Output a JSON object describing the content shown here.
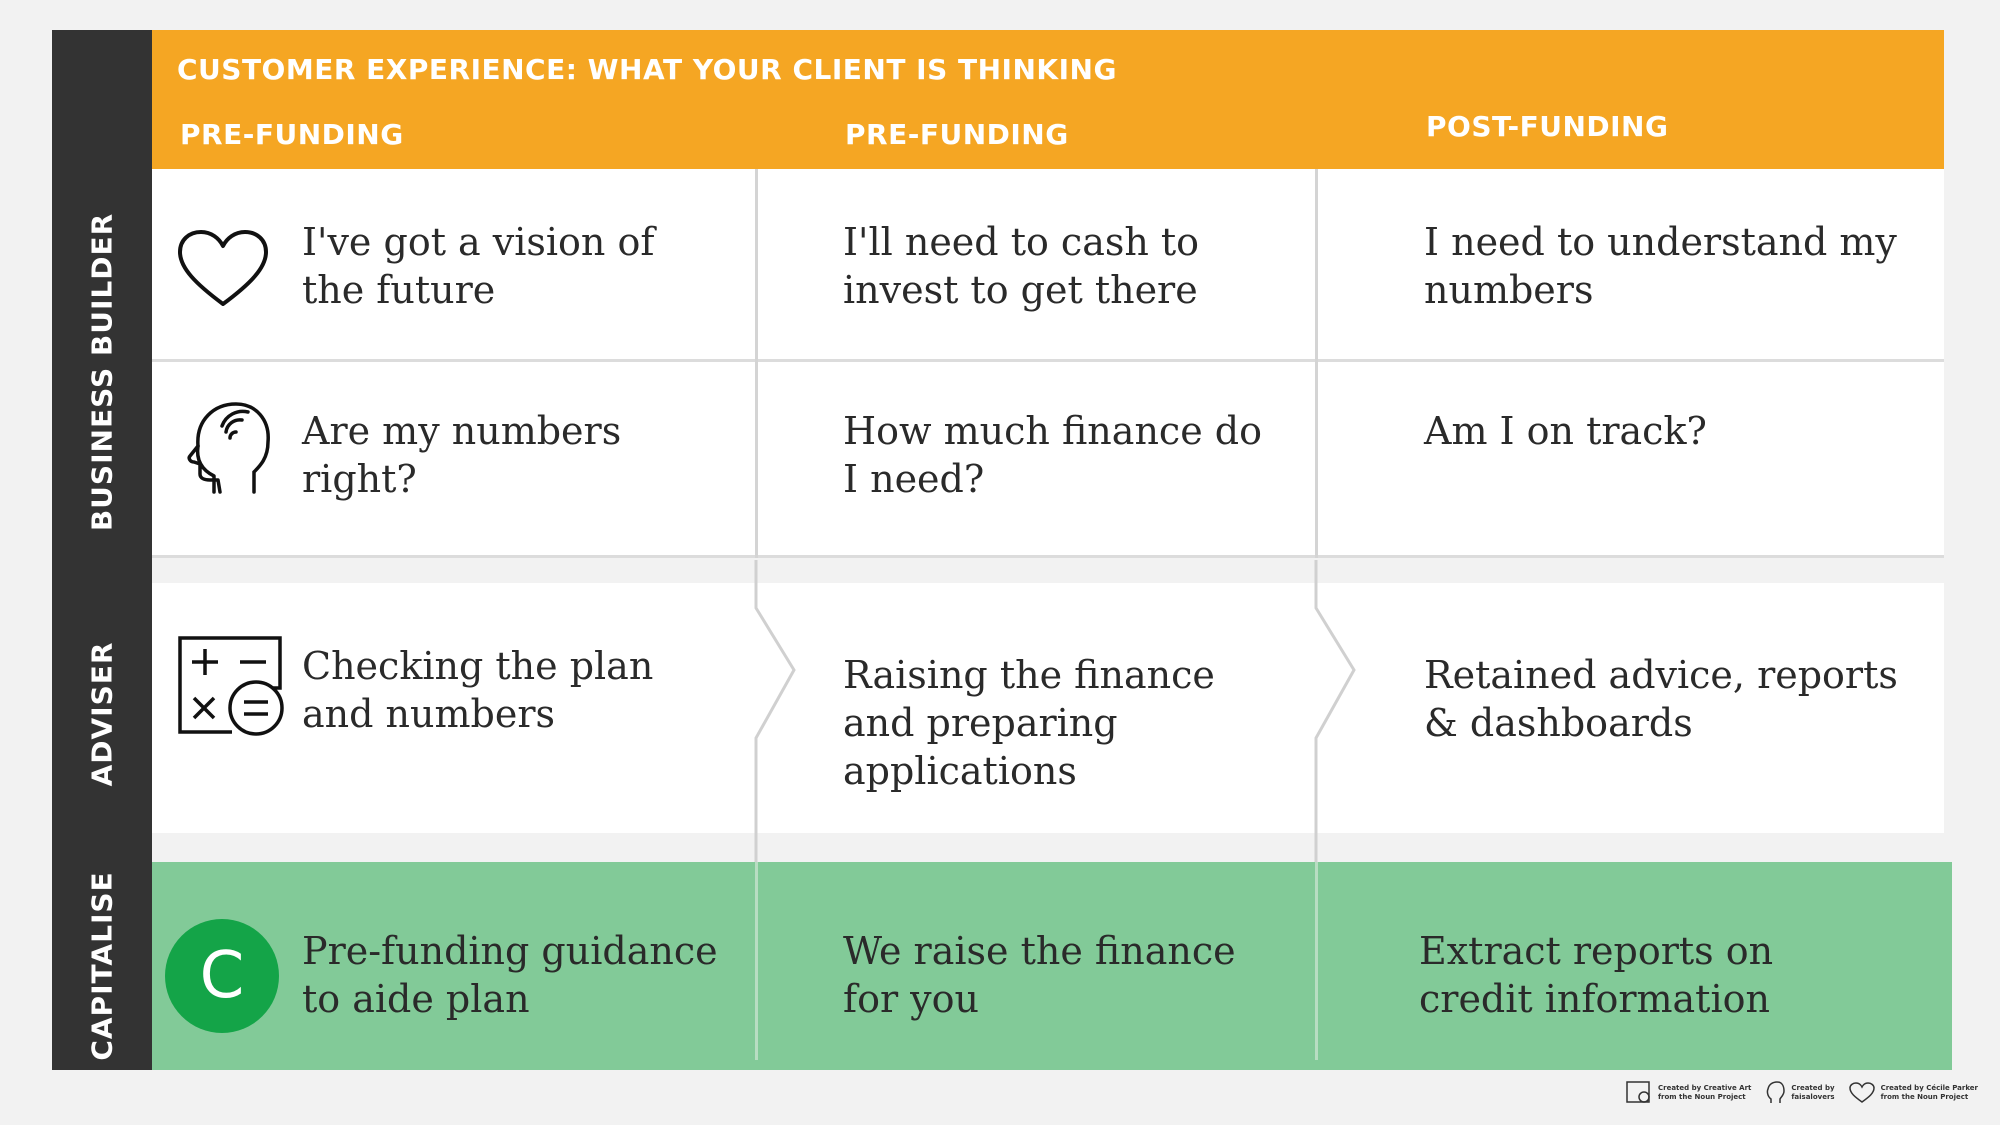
{
  "side_labels": {
    "business_builder": "BUSINESS BUILDER",
    "adviser": "ADVISER",
    "capitalise": "CAPITALISE"
  },
  "header": {
    "title": "CUSTOMER EXPERIENCE: WHAT YOUR CLIENT IS THINKING",
    "columns": [
      "PRE-FUNDING",
      "PRE-FUNDING",
      "POST-FUNDING"
    ]
  },
  "rows": {
    "vision": [
      "I've got a vision of\nthe future",
      "I'll need to cash to\ninvest to get there",
      "I need to understand my\nnumbers"
    ],
    "numbers": [
      "Are my numbers\nright?",
      "How much finance do\nI need?",
      "Am I on track?"
    ],
    "adviser": [
      "Checking the plan\nand numbers",
      "Raising the finance\nand preparing\napplications",
      "Retained advice, reports\n& dashboards"
    ],
    "capitalise": [
      "Pre-funding guidance\nto aide plan",
      "We raise the finance\nfor you",
      "Extract reports on\ncredit information"
    ]
  },
  "logo_letter": "C",
  "credits": [
    "Created by Creative Art\nfrom the Noun Project",
    "Created by\nfaisalovers",
    "Created by Cécile Parker\nfrom the Noun Project"
  ],
  "colors": {
    "header": "#f5a623",
    "sidebar": "#333333",
    "capitalise_band": "#82ca98",
    "logo": "#14a448"
  },
  "icons": [
    "heart-icon",
    "head-icon",
    "calculator-icon"
  ]
}
